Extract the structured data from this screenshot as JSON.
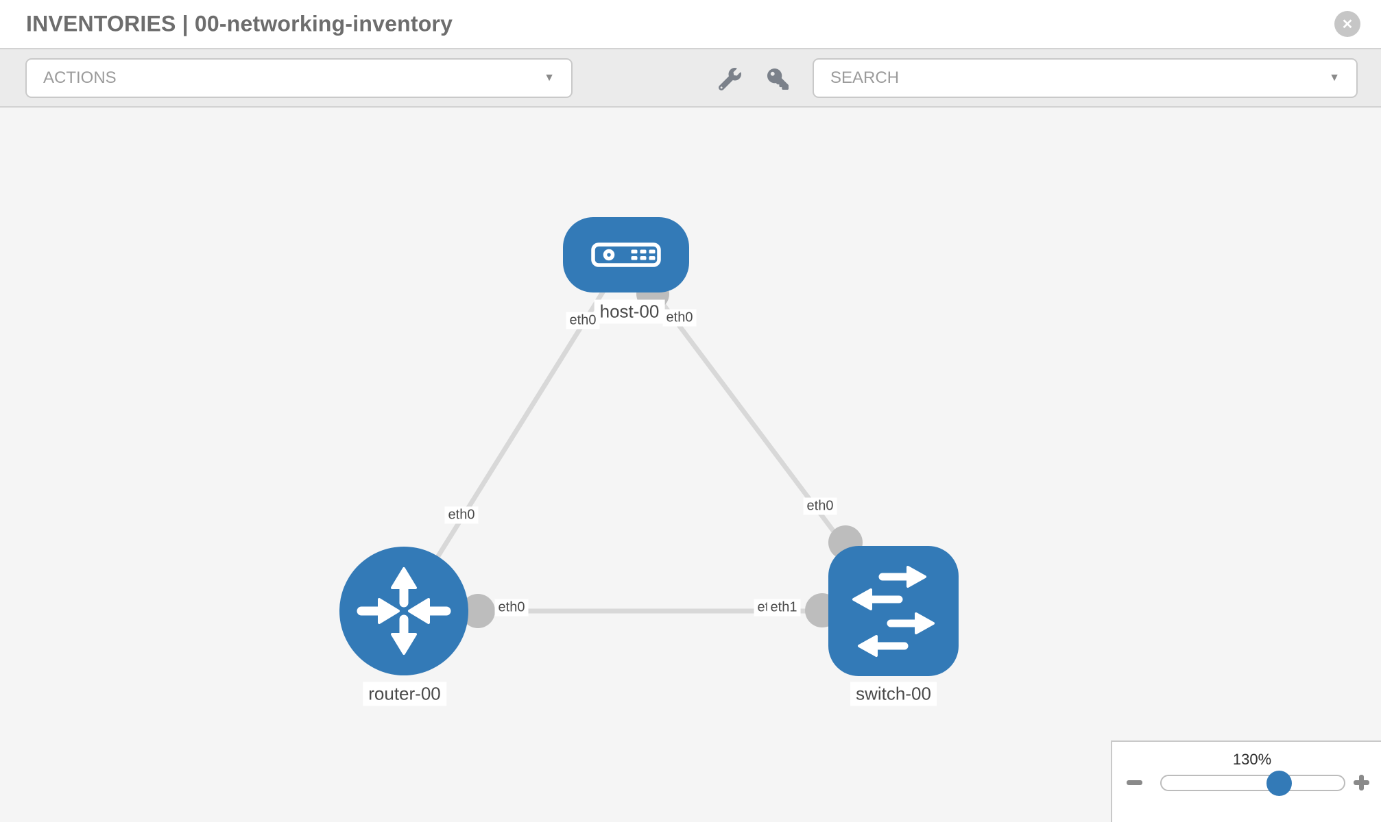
{
  "header": {
    "title": "INVENTORIES | 00-networking-inventory",
    "close_symbol": "✕"
  },
  "toolbar": {
    "actions_label": "ACTIONS",
    "search_placeholder": "SEARCH",
    "caret_symbol": "▼"
  },
  "icons": {
    "close": "close-icon",
    "wrench": "wrench-icon",
    "key": "key-icon",
    "caret": "chevron-down-icon",
    "host": "host-device-icon",
    "router": "router-icon",
    "switch": "switch-icon",
    "zoom_out": "minus-icon",
    "zoom_in": "plus-icon"
  },
  "diagram": {
    "nodes": [
      {
        "label": "host-00",
        "type": "host"
      },
      {
        "label": "router-00",
        "type": "router"
      },
      {
        "label": "switch-00",
        "type": "switch"
      }
    ],
    "links": [
      {
        "from": "host-00",
        "to": "router-00"
      },
      {
        "from": "host-00",
        "to": "switch-00"
      },
      {
        "from": "router-00",
        "to": "switch-00"
      }
    ],
    "interface_labels": {
      "host_router_at_host": "eth0",
      "host_switch_at_host": "eth0",
      "host_router_at_router": "eth0",
      "host_switch_at_switch": "eth0",
      "router_switch_at_router": "eth0",
      "router_switch_at_switch_back": "eth0",
      "router_switch_at_switch_front": "eth1"
    }
  },
  "zoom_control": {
    "level": "130%"
  },
  "colors": {
    "node_blue": "#337ab7",
    "link_gray": "#d8d8d8",
    "interface_gray": "#bdbdbd",
    "toolbar_bg": "#ebebeb",
    "canvas_bg": "#f5f5f5"
  }
}
